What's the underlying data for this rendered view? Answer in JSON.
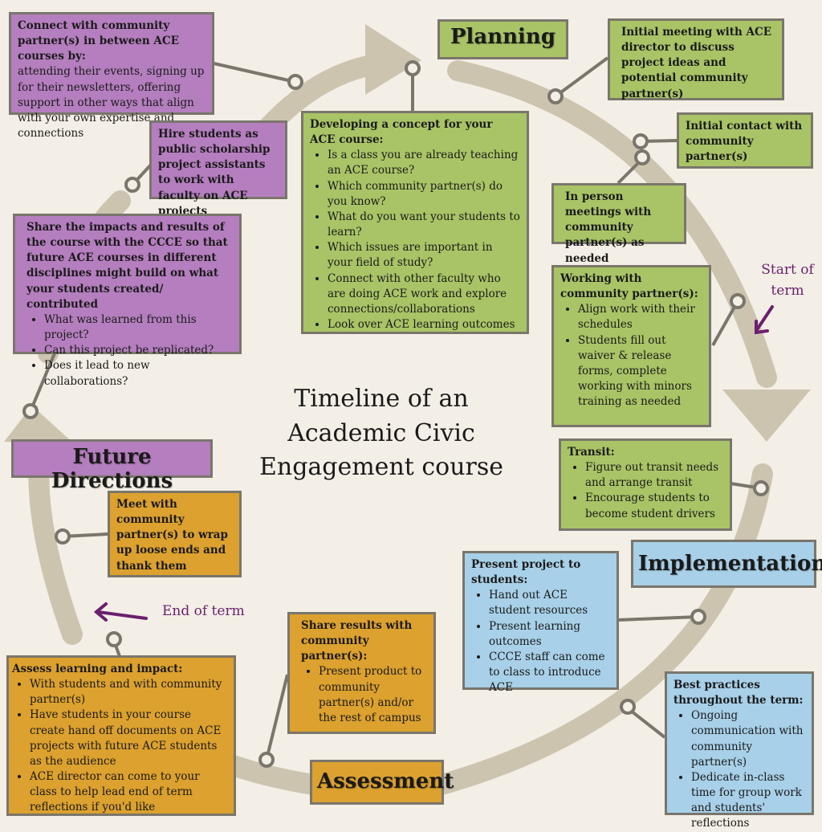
{
  "title": "Timeline of an Academic Civic Engagement course",
  "colors": {
    "planning": "#a9c466",
    "future": "#b57ebf",
    "assessment": "#dca12e",
    "implementation": "#a8d0e8",
    "arrow": "#cdc4b0",
    "notes": "#6b1f6e"
  },
  "phases": {
    "planning": "Planning",
    "future": "Future Directions",
    "implementation": "Implementation",
    "assessment": "Assessment"
  },
  "notes": {
    "start": "Start of term",
    "end": "End of term"
  },
  "boxes": {
    "connect_partner": {
      "title": "Connect with community partner(s) in between ACE courses by:",
      "text": "attending their events, signing up for their newsletters, offering support in other ways that align with your own expertise and connections"
    },
    "hire_students": {
      "title": "Hire students as public scholarship project assistants to work with faculty on ACE projects"
    },
    "share_impacts": {
      "title": "Share the impacts and results of the course with the CCCE so that future ACE courses in different disciplines might build on what your students created/ contributed",
      "items": [
        "What was learned from this project?",
        "Can this project be replicated?",
        "Does it lead to new collaborations?"
      ]
    },
    "developing_concept": {
      "title": "Developing a concept for your ACE course:",
      "items": [
        "Is a class you are already teaching an ACE course?",
        "Which community partner(s) do you know?",
        "What do you want your students to learn?",
        "Which issues are important in your field of study?",
        "Connect with other faculty who are doing ACE work and explore connections/collaborations",
        "Look over ACE learning outcomes"
      ]
    },
    "initial_meeting": {
      "title": "Initial meeting with ACE director to discuss project ideas and potential community partner(s)"
    },
    "initial_contact": {
      "title": "Initial contact with community partner(s)"
    },
    "in_person": {
      "title": "In person meetings with community partner(s) as needed"
    },
    "working_with": {
      "title": "Working with community partner(s):",
      "items": [
        "Align work with their schedules",
        "Students fill out waiver & release forms, complete working with minors training as needed"
      ]
    },
    "transit": {
      "title": "Transit:",
      "items": [
        "Figure out transit needs and arrange transit",
        "Encourage students to become student drivers"
      ]
    },
    "present_project": {
      "title": "Present project to students:",
      "items": [
        "Hand out ACE student resources",
        "Present learning outcomes",
        "CCCE staff can come to class to introduce ACE"
      ]
    },
    "best_practices": {
      "title": "Best practices throughout the term:",
      "items": [
        "Ongoing communication with community partner(s)",
        "Dedicate in-class time for group work and students' reflections"
      ]
    },
    "share_results": {
      "title": "Share results with community partner(s):",
      "items": [
        "Present product to community partner(s) and/or the rest of campus"
      ]
    },
    "assess_learning": {
      "title": "Assess learning and impact:",
      "items": [
        "With students and with community partner(s)",
        "Have students in your course create hand off documents on ACE projects with future ACE students as the audience",
        "ACE director can come to your class to help lead end of term reflections if you'd like"
      ]
    },
    "meet_wrap": {
      "title": "Meet with community partner(s) to wrap up loose ends and thank them"
    }
  }
}
